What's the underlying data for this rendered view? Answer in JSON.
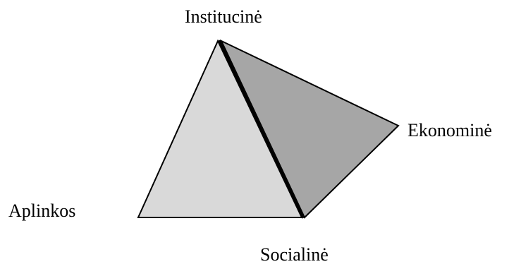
{
  "labels": {
    "top": "Institucinė",
    "right": "Ekonominė",
    "left": "Aplinkos",
    "bottom": "Socialinė"
  },
  "colors": {
    "left_face": "#d9d9d9",
    "right_face": "#a6a6a6",
    "edge": "#000000"
  }
}
